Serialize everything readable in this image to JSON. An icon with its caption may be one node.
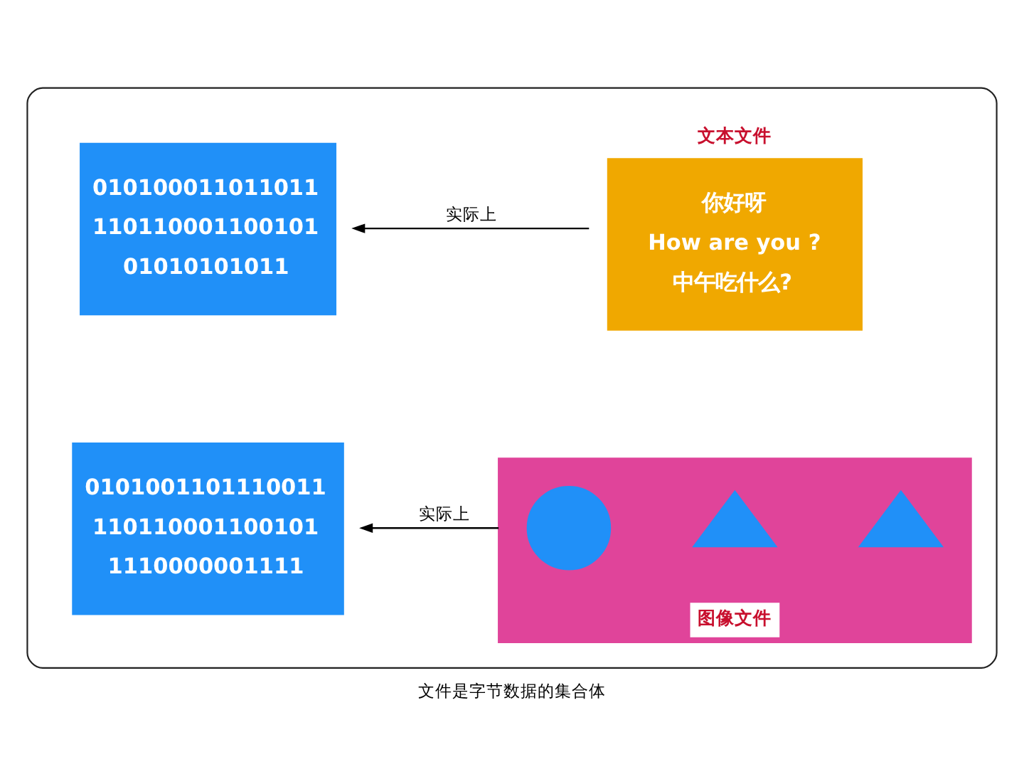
{
  "diagram": {
    "caption": "文件是字节数据的集合体",
    "nodes": [
      {
        "text": [],
        "shape": "box"
      },
      {
        "text": [
          "文本文件",
          "你好呀",
          "How are you ?",
          "中午吃什么?"
        ],
        "in": 0
      },
      {
        "text": [
          "010100011011011",
          "110110001100101",
          "01010101011"
        ],
        "in": 0
      },
      {
        "text": [
          "图像文件"
        ],
        "in": 0
      },
      {
        "text": [
          "0101001101110011",
          "110110001100101",
          "1110000001111"
        ],
        "in": 0
      },
      {
        "text": [],
        "shape": "circle",
        "in": 3
      },
      {
        "text": [],
        "shape": "triangle",
        "in": 3
      },
      {
        "text": [],
        "shape": "triangle",
        "in": 3
      }
    ],
    "edges": [
      {
        "from": 1,
        "to": 2,
        "arrow": "to",
        "label": "实际上"
      },
      {
        "from": 3,
        "to": 4,
        "arrow": "to",
        "label": "实际上"
      }
    ]
  }
}
